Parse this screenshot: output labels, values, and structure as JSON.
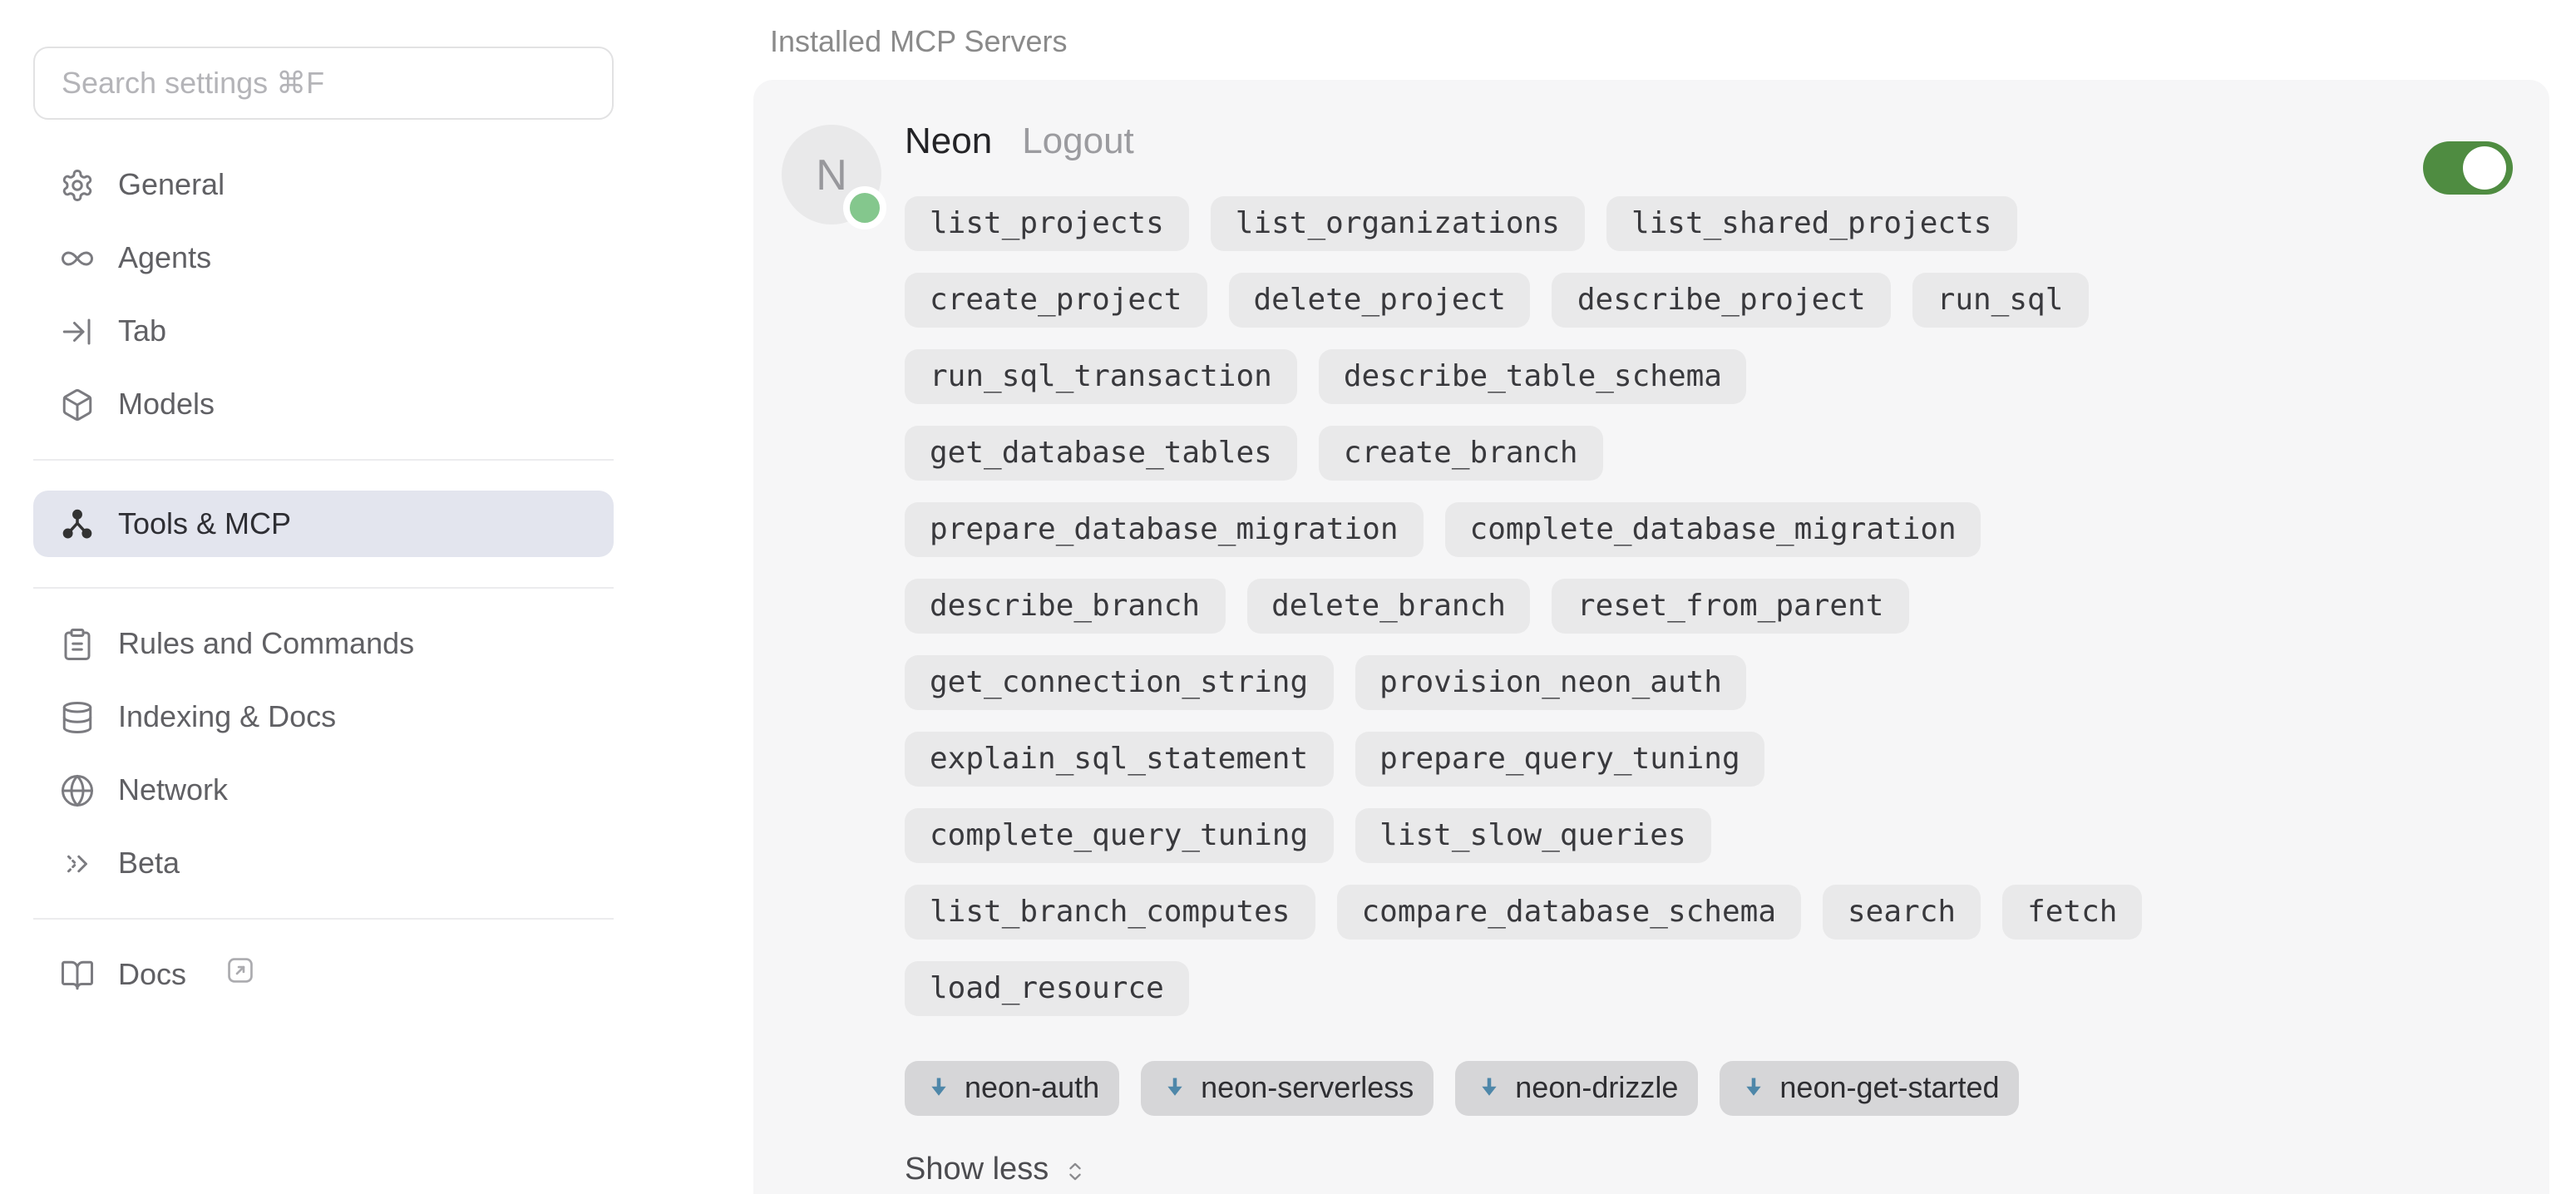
{
  "sidebar": {
    "search_placeholder": "Search settings ⌘F",
    "sections": [
      {
        "items": [
          {
            "icon": "gear-icon",
            "label": "General"
          },
          {
            "icon": "infinity-icon",
            "label": "Agents"
          },
          {
            "icon": "tab-arrow-icon",
            "label": "Tab"
          },
          {
            "icon": "cube-icon",
            "label": "Models"
          }
        ]
      },
      {
        "items": [
          {
            "icon": "network-nodes-icon",
            "label": "Tools & MCP",
            "selected": true
          }
        ]
      },
      {
        "items": [
          {
            "icon": "clipboard-icon",
            "label": "Rules and Commands"
          },
          {
            "icon": "database-icon",
            "label": "Indexing & Docs"
          },
          {
            "icon": "globe-icon",
            "label": "Network"
          },
          {
            "icon": "chevrons-right-icon",
            "label": "Beta"
          }
        ]
      },
      {
        "items": [
          {
            "icon": "book-open-icon",
            "label": "Docs",
            "external_link": true
          }
        ]
      }
    ]
  },
  "main": {
    "title": "Installed MCP Servers",
    "server": {
      "avatar_letter": "N",
      "name": "Neon",
      "logout_label": "Logout",
      "enabled": true,
      "status_dot": "green",
      "tool_rows": [
        [
          "list_projects",
          "list_organizations",
          "list_shared_projects"
        ],
        [
          "create_project",
          "delete_project",
          "describe_project",
          "run_sql"
        ],
        [
          "run_sql_transaction",
          "describe_table_schema"
        ],
        [
          "get_database_tables",
          "create_branch"
        ],
        [
          "prepare_database_migration",
          "complete_database_migration"
        ],
        [
          "describe_branch",
          "delete_branch",
          "reset_from_parent"
        ],
        [
          "get_connection_string",
          "provision_neon_auth"
        ],
        [
          "explain_sql_statement",
          "prepare_query_tuning"
        ],
        [
          "complete_query_tuning",
          "list_slow_queries"
        ],
        [
          "list_branch_computes",
          "compare_database_schema",
          "search",
          "fetch"
        ],
        [
          "load_resource"
        ]
      ],
      "subservers": [
        "neon-auth",
        "neon-serverless",
        "neon-drizzle",
        "neon-get-started"
      ],
      "show_less_label": "Show less"
    }
  },
  "colors": {
    "toggle_on_green": "#4f8c41",
    "status_dot_green": "#84c78d",
    "subserver_arrow_blue": "#4e87a9",
    "selected_nav_bg": "#e3e5ee"
  }
}
